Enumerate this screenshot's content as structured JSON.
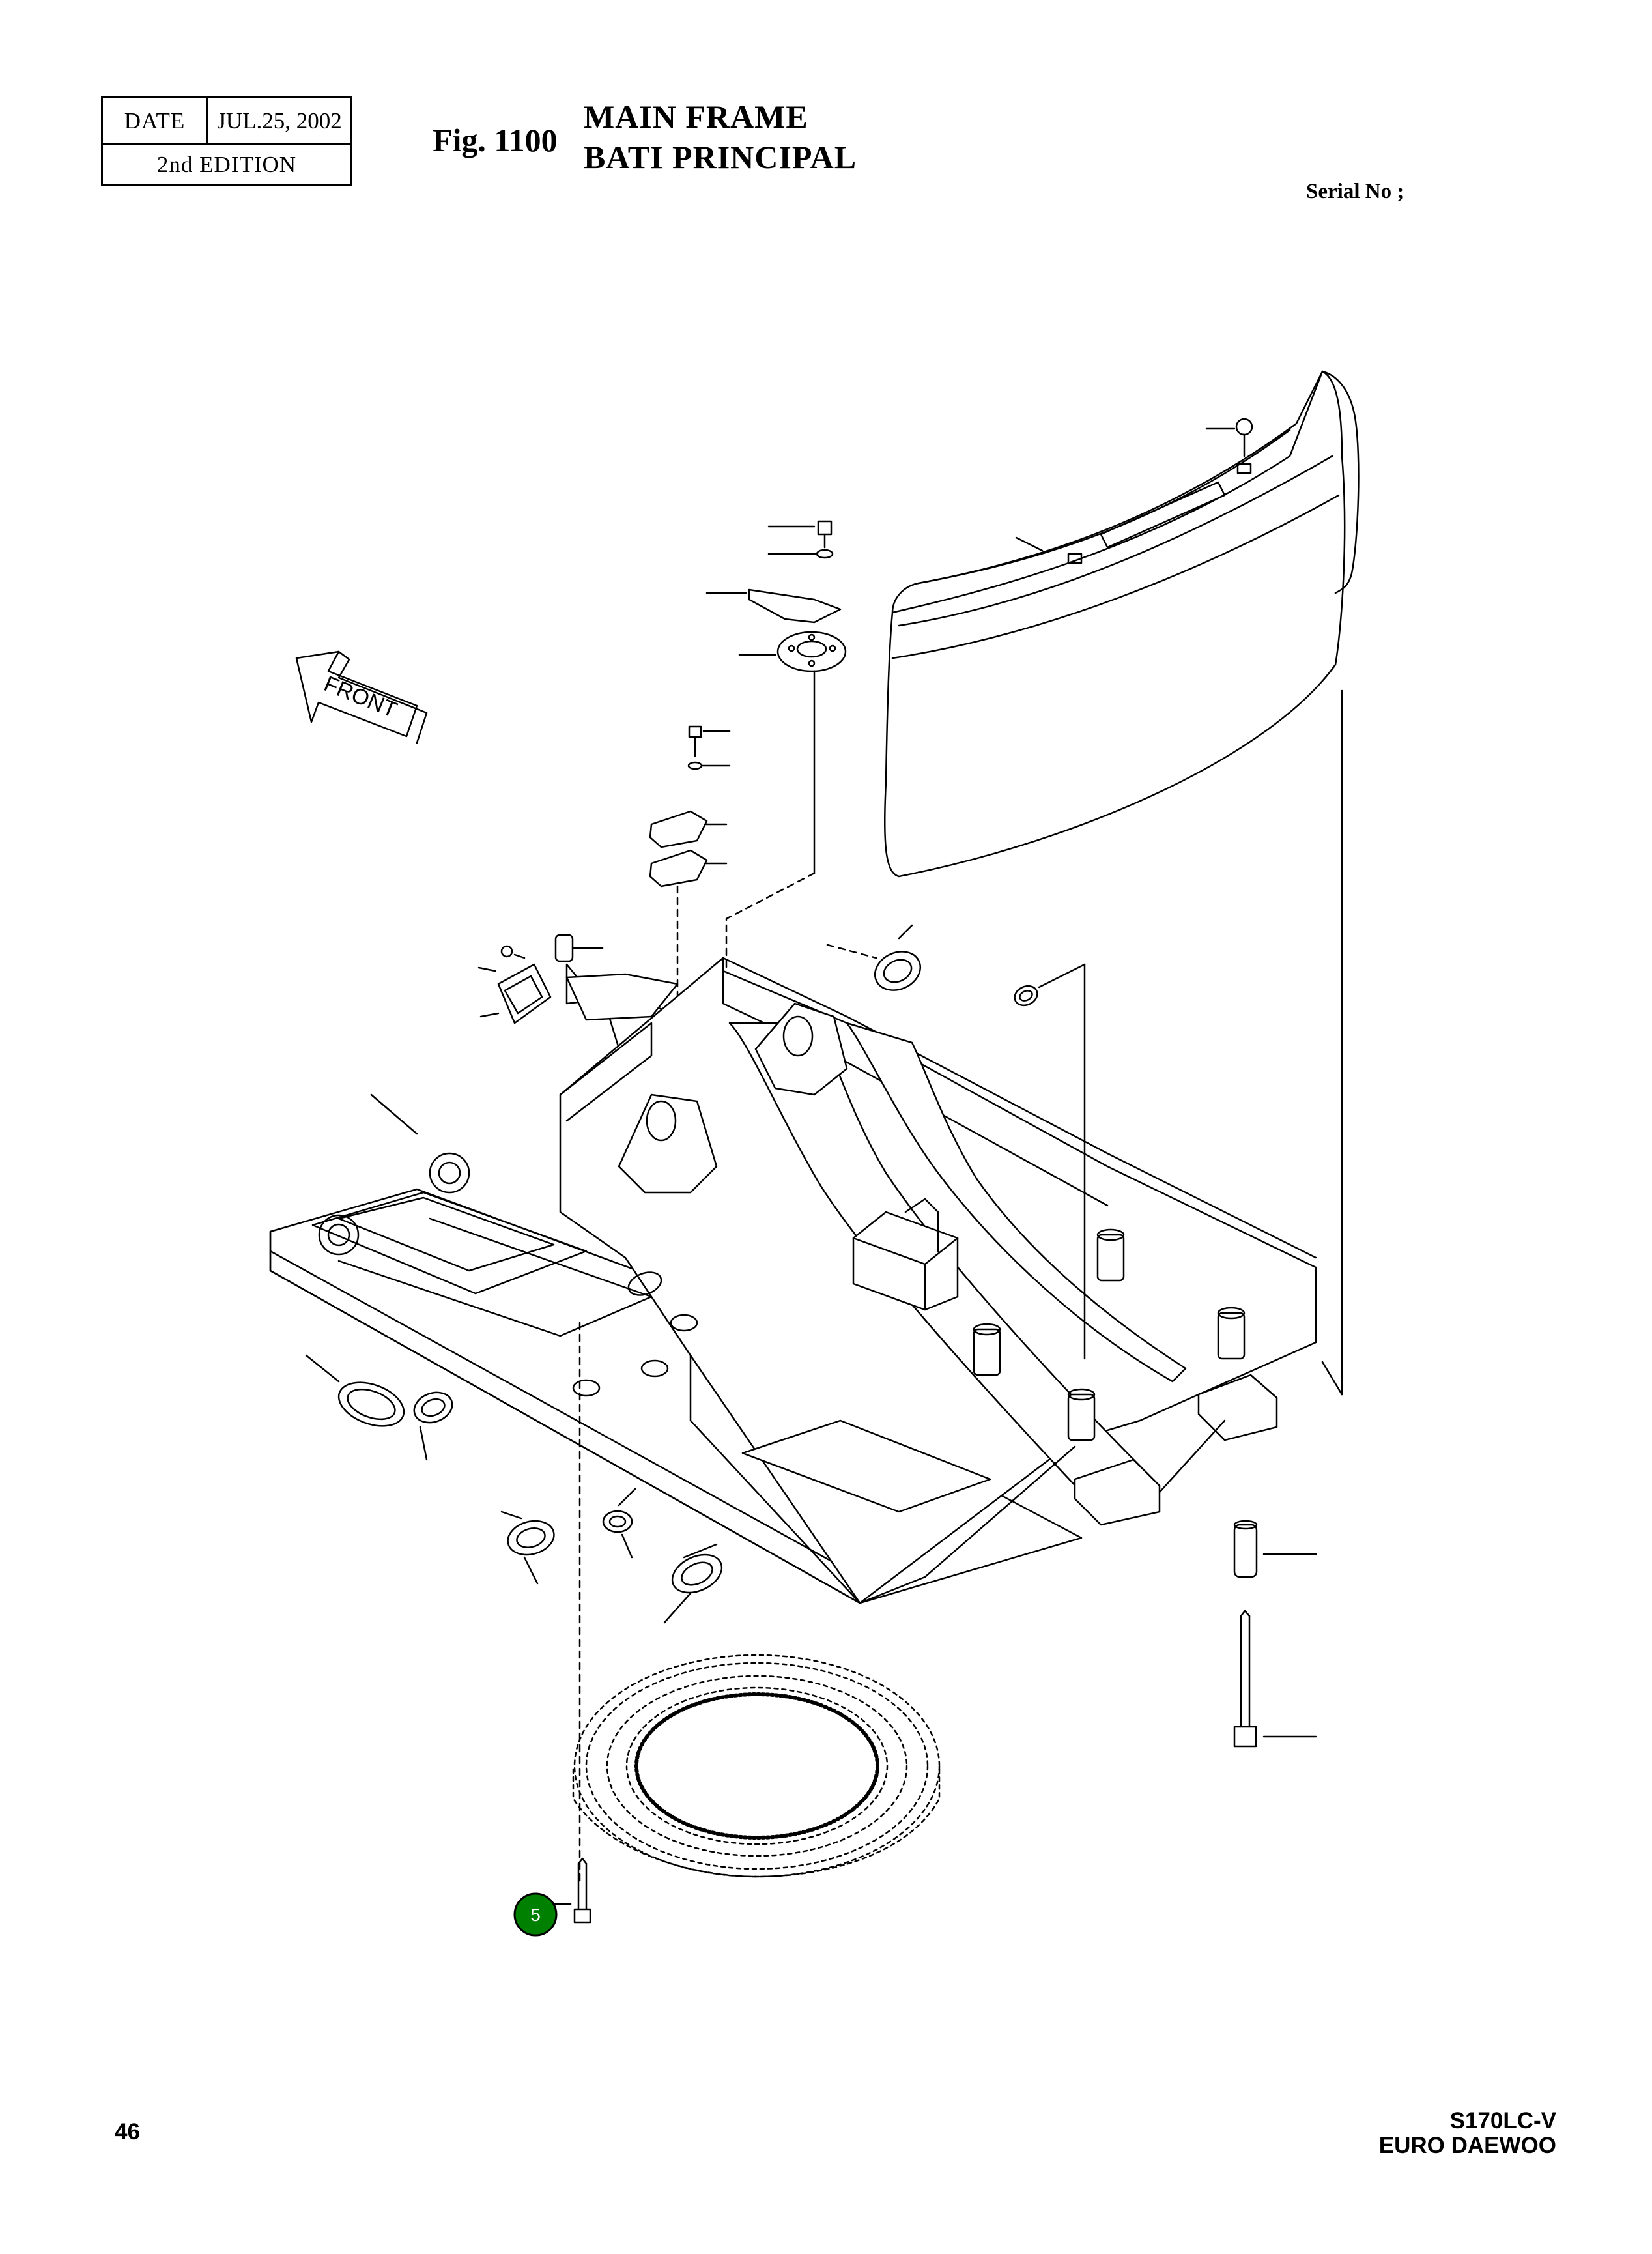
{
  "header": {
    "date_label": "DATE",
    "date_value": "JUL.25, 2002",
    "edition": "2nd  EDITION",
    "fig_number": "Fig. 1100",
    "title_en": "MAIN FRAME",
    "title_fr": "BATI PRINCIPAL",
    "serial_label": "Serial No ;"
  },
  "diagram": {
    "arrow_label": "FRONT",
    "callouts": [
      {
        "number": "5",
        "color": "#008000"
      }
    ]
  },
  "footer": {
    "page_number": "46",
    "model": "S170LC-V",
    "brand": "EURO DAEWOO"
  }
}
